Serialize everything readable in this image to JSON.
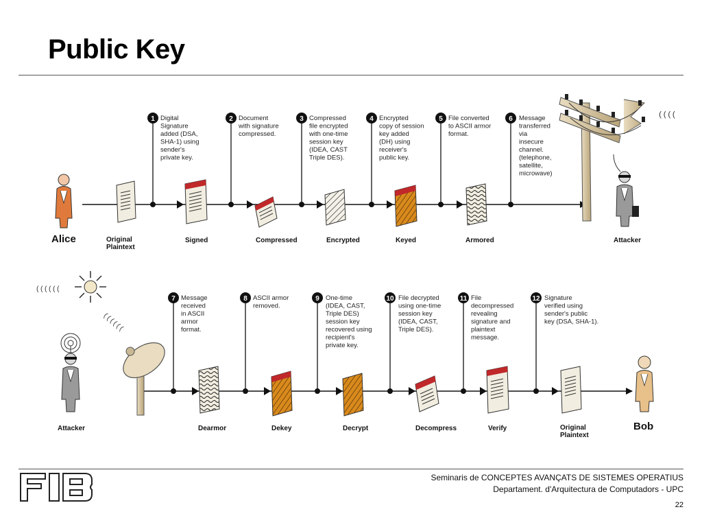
{
  "title": "Public Key",
  "footer": {
    "line1": "Seminaris de CONCEPTES AVANÇATS DE SISTEMES OPERATIUS",
    "line2": "Departament.  d'Arquitectura de Computadors - UPC",
    "page": "22",
    "logo": "FIB"
  },
  "top_row": {
    "actor_left": "Alice",
    "actor_right": "Attacker",
    "stages": [
      "Original Plaintext",
      "Signed",
      "Compressed",
      "Encrypted",
      "Keyed",
      "Armored"
    ],
    "steps": [
      {
        "num": "1",
        "lines": [
          "Digital",
          "Signature",
          "added (DSA,",
          "SHA-1) using",
          "sender's",
          "private key."
        ]
      },
      {
        "num": "2",
        "lines": [
          "Document",
          "with signature",
          "compressed."
        ]
      },
      {
        "num": "3",
        "lines": [
          "Compressed",
          "file encrypted",
          "with one-time",
          "session key",
          "(IDEA, CAST",
          "Triple DES)."
        ]
      },
      {
        "num": "4",
        "lines": [
          "Encrypted",
          "copy of session",
          "key added",
          "(DH) using",
          "receiver's",
          "public key."
        ]
      },
      {
        "num": "5",
        "lines": [
          "File converted",
          "to ASCII armor",
          "format."
        ]
      },
      {
        "num": "6",
        "lines": [
          "Message",
          "transferred",
          "via",
          "insecure",
          "channel.",
          "(telephone,",
          "satellite,",
          "microwave)"
        ]
      }
    ]
  },
  "bottom_row": {
    "actor_left": "Attacker",
    "actor_right": "Bob",
    "stages": [
      "Dearmor",
      "Dekey",
      "Decrypt",
      "Decompress",
      "Verify",
      "Original Plaintext"
    ],
    "steps": [
      {
        "num": "7",
        "lines": [
          "Message",
          "received",
          "in ASCII",
          "armor",
          "format."
        ]
      },
      {
        "num": "8",
        "lines": [
          "ASCII armor",
          "removed."
        ]
      },
      {
        "num": "9",
        "lines": [
          "One-time",
          "(IDEA, CAST,",
          "Triple DES)",
          "session key",
          "recovered using",
          "recipient's",
          "private key."
        ]
      },
      {
        "num": "10",
        "lines": [
          "File decrypted",
          "using one-time",
          "session key",
          "(IDEA, CAST,",
          "Triple DES)."
        ]
      },
      {
        "num": "11",
        "lines": [
          "File",
          "decompressed",
          "revealing",
          "signature and",
          "plaintext",
          "message."
        ]
      },
      {
        "num": "12",
        "lines": [
          "Signature",
          "verified using",
          "sender's public",
          "key (DSA, SHA-1)."
        ]
      }
    ]
  },
  "colors": {
    "line": "#111111",
    "badge": "#111111",
    "red_tab": "#c0282a",
    "keyed_fill": "#d98a1c",
    "alice_body": "#e07a3c",
    "bob_body": "#e8c08a",
    "attacker_body": "#9a9a9a"
  },
  "icons": [
    "alice-figure",
    "attacker-figure",
    "bob-figure",
    "telephone-pole",
    "satellite-dish",
    "sun-icon",
    "fib-logo"
  ]
}
